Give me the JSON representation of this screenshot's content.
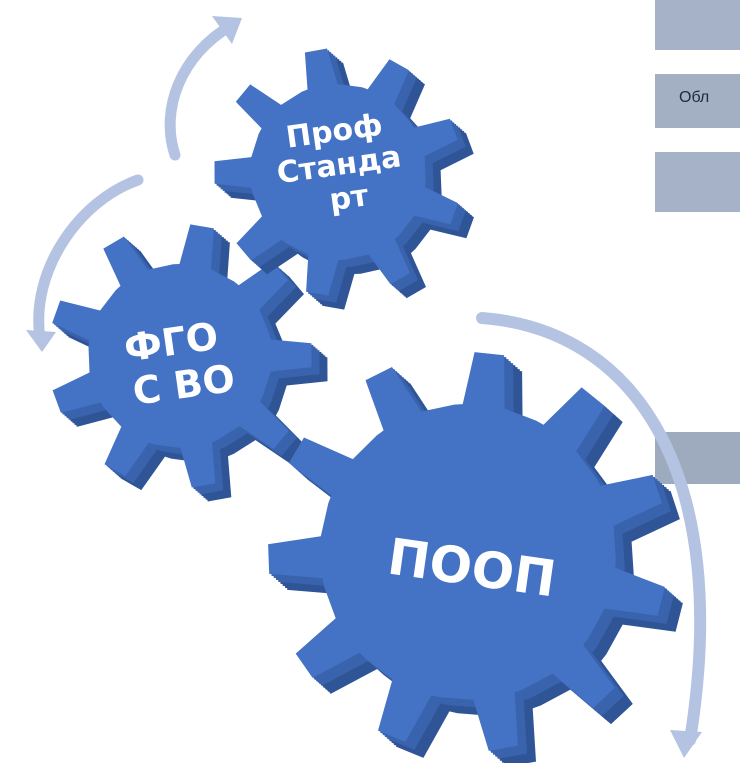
{
  "gears": {
    "prof": {
      "lines": [
        "Проф",
        "Станда",
        "рт"
      ]
    },
    "fgos": {
      "lines": [
        "ФГО",
        "С ВО"
      ]
    },
    "poop": {
      "lines": [
        "ПООП"
      ]
    }
  },
  "side_panels": {
    "panel2_text": "Обл"
  },
  "colors": {
    "gear_front": "#4472c4",
    "gear_side": "#3a63ad",
    "gear_side_dark": "#2f5597",
    "arrow": "#b4c3e2",
    "panel": "#a5b2c7"
  }
}
